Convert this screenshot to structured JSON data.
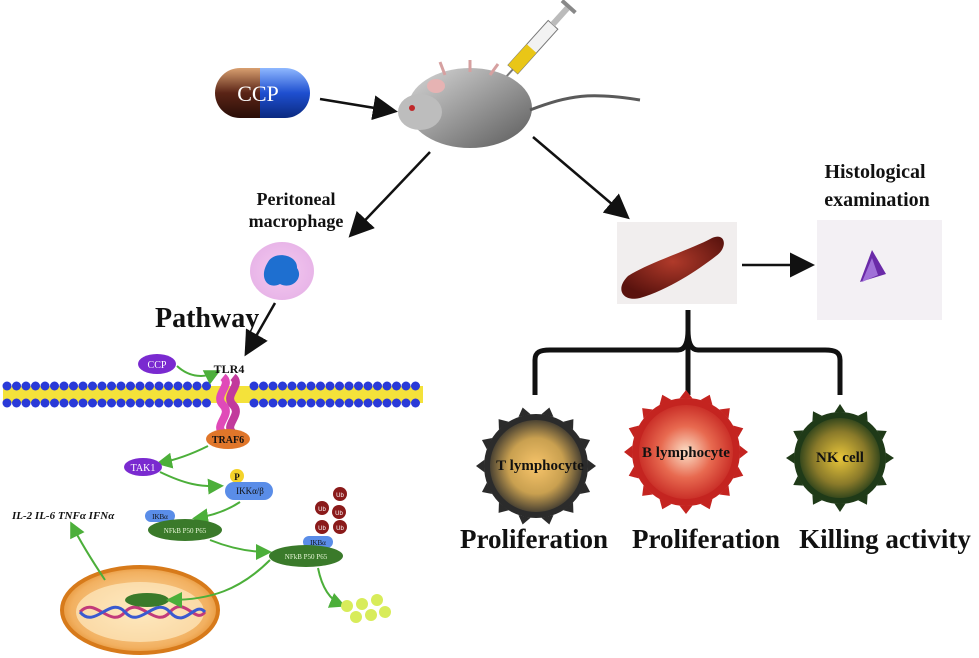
{
  "capsule": {
    "label": "CCP"
  },
  "labels": {
    "peritoneal": "Peritoneal",
    "macrophage": "macrophage",
    "pathway": "Pathway",
    "histological": "Histological",
    "examination": "examination",
    "cytokines": "IL-2 IL-6 TNFα IFNα"
  },
  "pathway_nodes": {
    "ccp": "CCP",
    "tlr4": "TLR4",
    "traf6": "TRAF6",
    "tak1": "TAK1",
    "p": "P",
    "ikk": "IKKα/β",
    "ikb1": "IKBα",
    "complex1": "NFkB P50  P65",
    "ikb2": "IKBα",
    "complex2": "NFkB P50 P65",
    "ub": "Ub"
  },
  "cells": [
    {
      "name": "T lymphocyte",
      "outcome": "Proliferation",
      "color": "#d7a24a"
    },
    {
      "name": "B lymphocyte",
      "outcome": "Proliferation",
      "color": "#e04a3a"
    },
    {
      "name": "NK cell",
      "outcome": "Killing activity",
      "color": "#c9b23a"
    }
  ]
}
